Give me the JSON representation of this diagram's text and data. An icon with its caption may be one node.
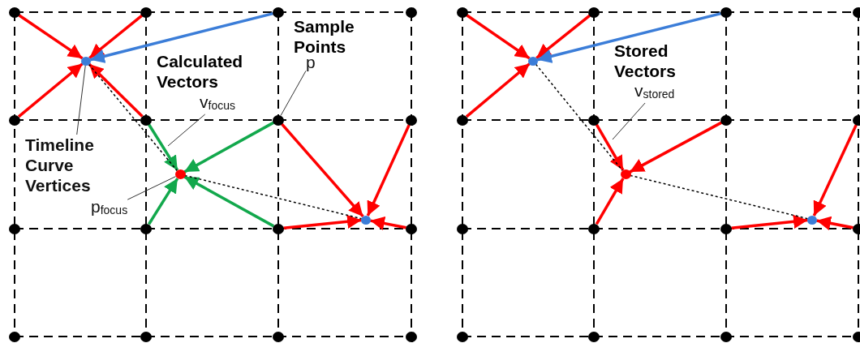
{
  "diagram": {
    "nodes": [
      {
        "text": [],
        "shape": "circle"
      },
      {
        "text": [],
        "shape": "circle"
      },
      {
        "text": [],
        "shape": "circle"
      },
      {
        "text": [],
        "shape": "circle"
      },
      {
        "text": [],
        "shape": "circle"
      },
      {
        "text": [],
        "shape": "circle"
      },
      {
        "text": [],
        "shape": "circle"
      },
      {
        "text": [],
        "shape": "circle"
      },
      {
        "text": [],
        "shape": "circle"
      },
      {
        "text": [],
        "shape": "circle"
      },
      {
        "text": [],
        "shape": "circle"
      },
      {
        "text": [],
        "shape": "circle"
      },
      {
        "text": [],
        "shape": "circle"
      },
      {
        "text": [],
        "shape": "circle"
      },
      {
        "text": [],
        "shape": "circle"
      },
      {
        "text": [],
        "shape": "circle"
      },
      {
        "text": [],
        "shape": "circle"
      },
      {
        "text": [],
        "shape": "circle"
      },
      {
        "text": [],
        "shape": "circle"
      },
      {
        "text": [
          "Timeline Curve Vertices"
        ]
      },
      {
        "text": [
          "p"
        ]
      },
      {
        "text": [
          "v$_{focus}$"
        ]
      },
      {
        "text": [
          "p$_{focus}$"
        ]
      },
      {
        "text": [],
        "shape": "circle"
      },
      {
        "text": [],
        "shape": "circle"
      },
      {
        "text": [],
        "shape": "circle"
      },
      {
        "text": [],
        "shape": "circle"
      },
      {
        "text": [],
        "shape": "circle"
      },
      {
        "text": [],
        "shape": "circle"
      },
      {
        "text": [],
        "shape": "circle"
      },
      {
        "text": [],
        "shape": "circle"
      },
      {
        "text": [],
        "shape": "circle"
      },
      {
        "text": [],
        "shape": "circle"
      },
      {
        "text": [],
        "shape": "circle"
      },
      {
        "text": [],
        "shape": "circle"
      },
      {
        "text": [],
        "shape": "circle"
      },
      {
        "text": [],
        "shape": "circle"
      },
      {
        "text": [],
        "shape": "circle"
      },
      {
        "text": [],
        "shape": "circle"
      },
      {
        "text": [],
        "shape": "circle"
      },
      {
        "text": [],
        "shape": "circle"
      },
      {
        "text": [],
        "shape": "circle"
      },
      {
        "text": [
          "v$_{stored}$"
        ]
      }
    ],
    "edges": [
      {
        "from": 0,
        "to": 16,
        "arrow": "to"
      },
      {
        "from": 1,
        "to": 16,
        "arrow": "to"
      },
      {
        "from": 4,
        "to": 16,
        "arrow": "to"
      },
      {
        "from": 5,
        "to": 16,
        "arrow": "to"
      },
      {
        "from": 2,
        "to": 16,
        "arrow": "to",
        "color": "#3b7dd8"
      },
      {
        "from": 5,
        "to": 17,
        "arrow": "to",
        "color": "#12a84c"
      },
      {
        "from": 6,
        "to": 17,
        "arrow": "to",
        "color": "#12a84c"
      },
      {
        "from": 9,
        "to": 17,
        "arrow": "to",
        "color": "#12a84c"
      },
      {
        "from": 10,
        "to": 17,
        "arrow": "to",
        "color": "#12a84c"
      },
      {
        "from": 6,
        "to": 18,
        "arrow": "to"
      },
      {
        "from": 7,
        "to": 18,
        "arrow": "to"
      },
      {
        "from": 10,
        "to": 18,
        "arrow": "to"
      },
      {
        "from": 11,
        "to": 18,
        "arrow": "to"
      },
      {
        "from": 16,
        "to": 17,
        "arrow": "none",
        "style": "dashed",
        "color": "#000000"
      },
      {
        "from": 17,
        "to": 18,
        "arrow": "none",
        "style": "dashed",
        "color": "#000000"
      },
      {
        "from": 19,
        "to": 16,
        "arrow": "none",
        "color": "#333333"
      },
      {
        "from": 20,
        "to": 6,
        "arrow": "none",
        "color": "#333333"
      },
      {
        "from": 21,
        "to": null,
        "arrow": "none",
        "color": "#333333"
      },
      {
        "from": 22,
        "to": 17,
        "arrow": "none",
        "color": "#333333"
      },
      {
        "from": 23,
        "to": 39,
        "arrow": "to"
      },
      {
        "from": 24,
        "to": 39,
        "arrow": "to"
      },
      {
        "from": 27,
        "to": 39,
        "arrow": "to"
      },
      {
        "from": 25,
        "to": 39,
        "arrow": "to",
        "color": "#3b7dd8"
      },
      {
        "from": 28,
        "to": 40,
        "arrow": "to"
      },
      {
        "from": 29,
        "to": 40,
        "arrow": "to"
      },
      {
        "from": 32,
        "to": 40,
        "arrow": "to"
      },
      {
        "from": 30,
        "to": 41,
        "arrow": "to"
      },
      {
        "from": 33,
        "to": 41,
        "arrow": "to"
      },
      {
        "from": 34,
        "to": 41,
        "arrow": "to"
      },
      {
        "from": 39,
        "to": 40,
        "arrow": "none",
        "style": "dashed",
        "color": "#000000"
      },
      {
        "from": 40,
        "to": 41,
        "arrow": "none",
        "style": "dashed",
        "color": "#000000"
      },
      {
        "from": 42,
        "to": null,
        "arrow": "none",
        "color": "#333333"
      }
    ],
    "labels": [
      "Sample Points",
      "Calculated Vectors",
      "Stored Vectors"
    ]
  }
}
